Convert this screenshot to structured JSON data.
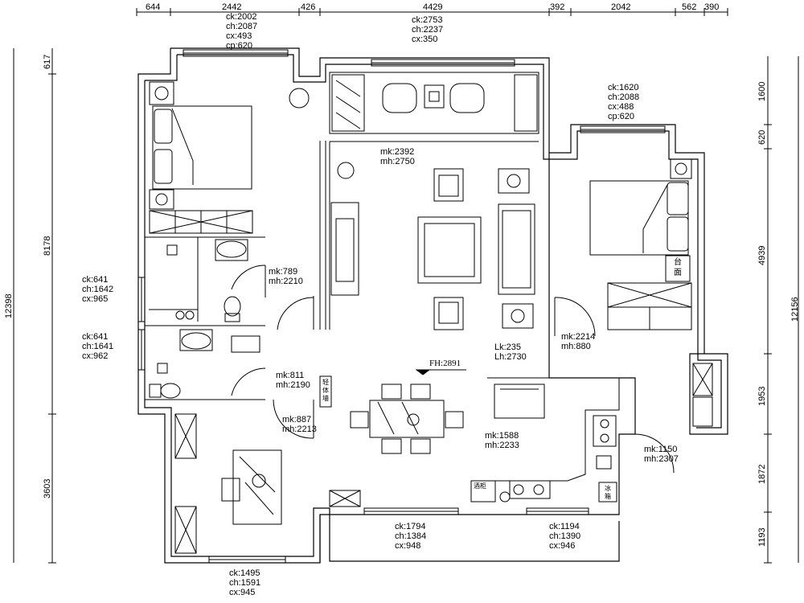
{
  "dimensions": {
    "top": [
      "644",
      "2442",
      "426",
      "4429",
      "392",
      "2042",
      "562",
      "390"
    ],
    "left": [
      "617",
      "8178",
      "3603"
    ],
    "left_total": "12398",
    "right": [
      "1600",
      "620",
      "4939",
      "1953",
      "1872",
      "1193"
    ],
    "right_total": "12156"
  },
  "annotations": [
    {
      "id": "win_master_top",
      "lines": [
        "ck:2002",
        "ch:2087",
        "cx:493",
        "cp:620"
      ]
    },
    {
      "id": "win_living_top",
      "lines": [
        "ck:2753",
        "ch:2237",
        "cx:350"
      ]
    },
    {
      "id": "win_bed2_top",
      "lines": [
        "ck:1620",
        "ch:2088",
        "cx:488",
        "cp:620"
      ]
    },
    {
      "id": "living_door",
      "lines": [
        "mk:2392",
        "mh:2750"
      ]
    },
    {
      "id": "bath1_door",
      "lines": [
        "mk:789",
        "mh:2210"
      ]
    },
    {
      "id": "win_bath1",
      "lines": [
        "ck:641",
        "ch:1642",
        "cx:965"
      ]
    },
    {
      "id": "win_bath2",
      "lines": [
        "ck:641",
        "ch:1641",
        "cx:962"
      ]
    },
    {
      "id": "bath2_door",
      "lines": [
        "mk:811",
        "mh:2190"
      ]
    },
    {
      "id": "study_door",
      "lines": [
        "mk:887",
        "mh:2213"
      ]
    },
    {
      "id": "bed2_door",
      "lines": [
        "mk:2214",
        "mh:880"
      ]
    },
    {
      "id": "opening",
      "lines": [
        "Lk:235",
        "Lh:2730"
      ]
    },
    {
      "id": "kitchen_door",
      "lines": [
        "mk:1588",
        "mh:2233"
      ]
    },
    {
      "id": "balcony_door",
      "lines": [
        "mk:1150",
        "mh:2307"
      ]
    },
    {
      "id": "win_dining1",
      "lines": [
        "ck:1794",
        "ch:1384",
        "cx:948"
      ]
    },
    {
      "id": "win_dining2",
      "lines": [
        "ck:1194",
        "ch:1390",
        "cx:946"
      ]
    },
    {
      "id": "win_study",
      "lines": [
        "ck:1495",
        "ch:1591",
        "cx:945"
      ]
    }
  ],
  "floor_height": "FH:2891",
  "room_labels": {
    "wall_top": "轻",
    "wall_mid": "体",
    "wall_bot": "墙",
    "counter_top": "台",
    "counter_bot": "面",
    "wine_cabinet": "酒柜",
    "fridge_top": "冰",
    "fridge_bot": "箱"
  }
}
